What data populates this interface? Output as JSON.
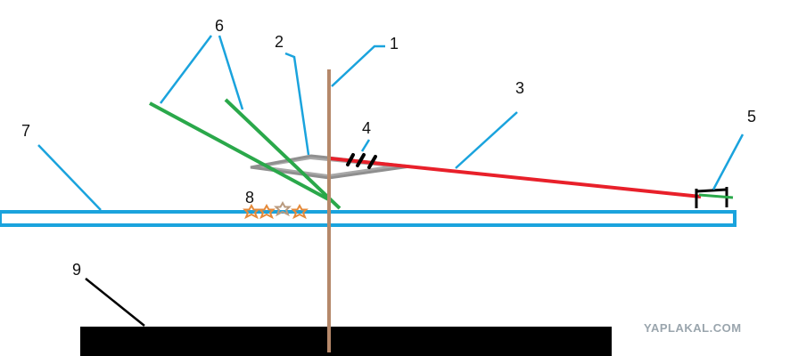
{
  "labels": {
    "l1": "1",
    "l2": "2",
    "l3": "3",
    "l4": "4",
    "l5": "5",
    "l6": "6",
    "l7": "7",
    "l8": "8",
    "l9": "9"
  },
  "watermark": "YAPLAKAL.COM",
  "colors": {
    "post": "#b5886a",
    "shelf": "#1aa3dd",
    "red_bar": "#e8202a",
    "green": "#2aa84a",
    "gray": "#8f8f8f",
    "leader": "#1aa3dd",
    "stars": "#e58a3a",
    "base": "#000000"
  }
}
